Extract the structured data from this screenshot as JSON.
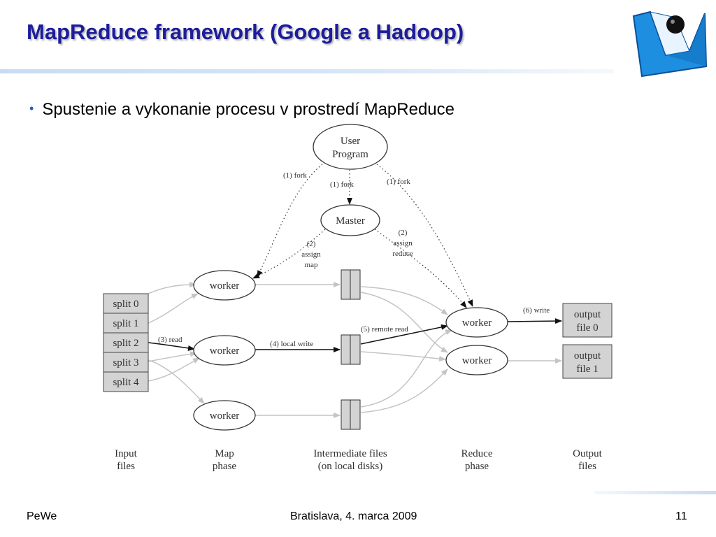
{
  "slide": {
    "title": "MapReduce framework (Google a Hadoop)",
    "bullet": "Spustenie a vykonanie procesu v prostredí MapReduce"
  },
  "diagram": {
    "user_program": [
      "User",
      "Program"
    ],
    "master": "Master",
    "worker": "worker",
    "splits": [
      "split 0",
      "split 1",
      "split 2",
      "split 3",
      "split 4"
    ],
    "outputs": [
      [
        "output",
        "file 0"
      ],
      [
        "output",
        "file 1"
      ]
    ],
    "edge_labels": {
      "fork_left": "(1) fork",
      "fork_mid": "(1) fork",
      "fork_right": "(1) fork",
      "assign_map": [
        "(2)",
        "assign",
        "map"
      ],
      "assign_reduce": [
        "(2)",
        "assign",
        "reduce"
      ],
      "read": "(3) read",
      "local_write": "(4) local write",
      "remote_read": "(5) remote read",
      "write": "(6) write"
    },
    "captions": {
      "input": [
        "Input",
        "files"
      ],
      "map": [
        "Map",
        "phase"
      ],
      "intermediate": [
        "Intermediate files",
        "(on local disks)"
      ],
      "reduce": [
        "Reduce",
        "phase"
      ],
      "output": [
        "Output",
        "files"
      ]
    }
  },
  "footer": {
    "left": "PeWe",
    "center": "Bratislava, 4. marca 2009",
    "page": "11"
  },
  "colors": {
    "title": "#1d1d9b",
    "bullet": "#1d5fd0",
    "box_fill": "#d3d3d3",
    "gray_arrow": "#c4c4c4",
    "logo_blue": "#1e8fe0"
  }
}
